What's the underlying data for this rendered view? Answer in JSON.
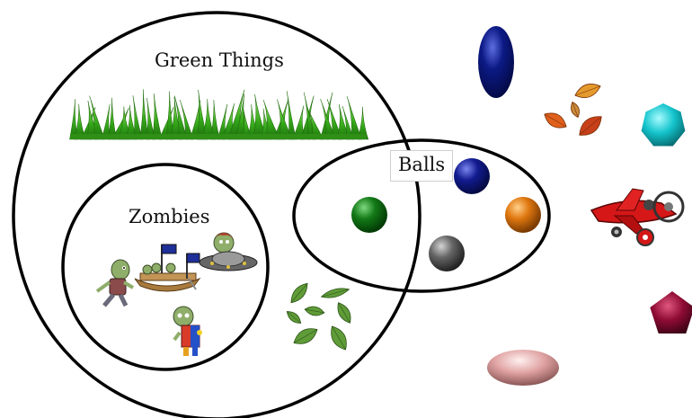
{
  "sets": {
    "green_things": {
      "label": "Green Things"
    },
    "zombies": {
      "label": "Zombies"
    },
    "balls": {
      "label": "Balls"
    }
  },
  "icons": {
    "grass": "grass-icon",
    "zombie_walker": "zombie-icon",
    "zombie_boat": "zombie-boat-icon",
    "zombie_ufo": "zombie-ufo-icon",
    "zombie_jester": "zombie-jester-icon",
    "leaves": "green-leaves-icon",
    "ball_green": "green-ball-icon",
    "ball_blue": "blue-ball-icon",
    "ball_orange": "orange-ball-icon",
    "ball_gray": "gray-ball-icon",
    "blue_ellipse": "blue-ellipse-icon",
    "autumn_leaves": "autumn-leaves-icon",
    "cyan_heptagon": "cyan-heptagon-icon",
    "red_airplane": "red-airplane-icon",
    "crimson_pentagon": "crimson-pentagon-icon",
    "pink_ellipse": "pink-ellipse-icon"
  },
  "colors": {
    "ball_green": "#0e6b12",
    "ball_blue": "#101a8c",
    "ball_orange": "#d8720e",
    "ball_gray": "#5e5e5e",
    "blue_ellipse": "#0c1a86",
    "cyan_heptagon": "#12c6cc",
    "crimson_pentagon": "#8e0b34",
    "pink_ellipse": "#e6a9a9",
    "grass": "#3fb51e"
  }
}
